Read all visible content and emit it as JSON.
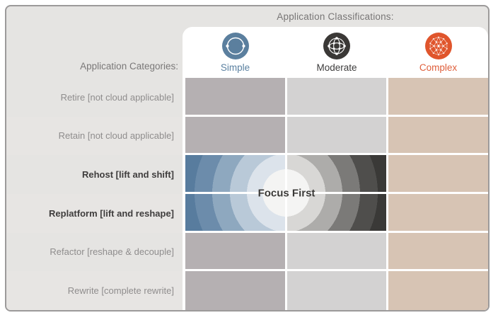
{
  "header": {
    "classifications_title": "Application Classifications:",
    "categories_title": "Application Categories:"
  },
  "classifications": [
    {
      "id": "simple",
      "label": "Simple",
      "text_color": "#5b81a1",
      "icon": "simple-sphere-icon",
      "icon_color": "#5b7f9e",
      "cell_color": "#b5b0b2"
    },
    {
      "id": "moderate",
      "label": "Moderate",
      "text_color": "#3d3c3c",
      "icon": "moderate-network-icon",
      "icon_color": "#3a3836",
      "cell_color": "#d3d2d2"
    },
    {
      "id": "complex",
      "label": "Complex",
      "text_color": "#df5f3b",
      "icon": "complex-mesh-icon",
      "icon_color": "#e0552c",
      "cell_color": "#d7c4b4"
    }
  ],
  "rows": [
    {
      "label": "Retire [not cloud applicable]",
      "bold": false
    },
    {
      "label": "Retain [not cloud applicable]",
      "bold": false
    },
    {
      "label": "Rehost [lift and shift]",
      "bold": true
    },
    {
      "label": "Replatform [lift and reshape]",
      "bold": true
    },
    {
      "label": "Refactor [reshape & decouple]",
      "bold": false
    },
    {
      "label": "Rewrite [complete rewrite]",
      "bold": false
    }
  ],
  "focus": {
    "label": "Focus First",
    "applies_to_rows": [
      "Rehost [lift and shift]",
      "Replatform [lift and reshape]"
    ],
    "applies_to_columns": [
      "Simple",
      "Moderate"
    ],
    "blue_base": "#587c9e",
    "dark_base": "#3a3937",
    "center_color": "#f4f4f3"
  },
  "colors": {
    "board_background": "#e5e4e2",
    "board_border": "#9c9a9a",
    "panel": "#ffffff",
    "alt_row": "#e7e5e3",
    "muted_text": "#8f8d8d",
    "strong_text": "#3f3d3d"
  }
}
